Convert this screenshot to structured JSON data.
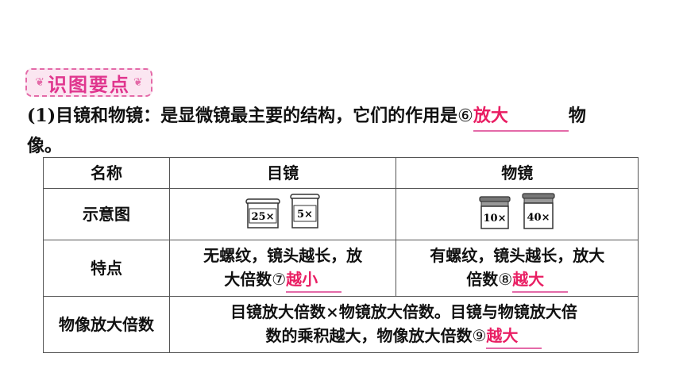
{
  "heading": {
    "label": "识图要点"
  },
  "intro": {
    "prefix": "(1)目镜和物镜：是显微镜最主要的结构，它们的作用是",
    "marker": "⑥",
    "answer": "放大",
    "suffix": "物",
    "line2": "像。"
  },
  "table": {
    "headers": [
      "名称",
      "目镜",
      "物镜"
    ],
    "row_diagram": {
      "label": "示意图",
      "eyepiece_labels": [
        "25×",
        "5×"
      ],
      "objective_labels": [
        "10×",
        "40×"
      ]
    },
    "row_features": {
      "label": "特点",
      "eyepiece_text1": "无螺纹，镜头越长，放",
      "eyepiece_text2": "大倍数",
      "eyepiece_marker": "⑦",
      "eyepiece_answer": "越小",
      "objective_text1": "有螺纹，镜头越长，放大",
      "objective_text2": "倍数",
      "objective_marker": "⑧",
      "objective_answer": "越大"
    },
    "row_magnification": {
      "label": "物像放大倍数",
      "text1": "目镜放大倍数×物镜放大倍数。目镜与物镜放大倍",
      "text2": "数的乘积越大，物像放大倍数",
      "marker": "⑨",
      "answer": "越大"
    }
  },
  "colors": {
    "accent": "#e91e63",
    "badge_border": "#e46aa8"
  }
}
